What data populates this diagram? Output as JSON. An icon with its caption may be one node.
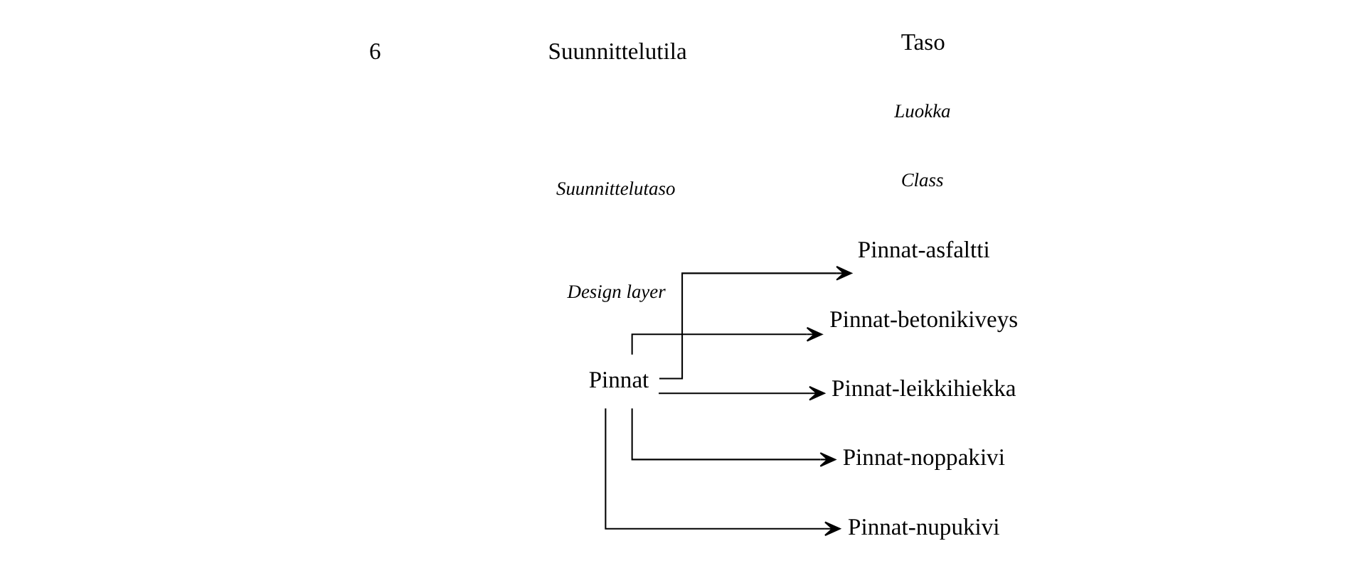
{
  "diagram": {
    "nodes": [
      {
        "text": [
          "Pinnat"
        ]
      },
      {
        "text": [
          "Pinnat-asfaltti"
        ]
      },
      {
        "text": [
          "Pinnat-betonikiveys"
        ]
      },
      {
        "text": [
          "Pinnat-leikkihiekka"
        ]
      },
      {
        "text": [
          "Pinnat-noppakivi"
        ]
      },
      {
        "text": [
          "Pinnat-nupukivi"
        ]
      }
    ],
    "edges": [
      {
        "from": 0,
        "to": 1,
        "arrow": "to"
      },
      {
        "from": 0,
        "to": 2,
        "arrow": "to"
      },
      {
        "from": 0,
        "to": 3,
        "arrow": "to"
      },
      {
        "from": 0,
        "to": 4,
        "arrow": "to"
      },
      {
        "from": 0,
        "to": 5,
        "arrow": "to"
      }
    ],
    "labels": [
      "Suunnittelutila",
      "Suunnittelutaso",
      "Design layer",
      "Taso",
      "Luokka",
      "Class",
      "6"
    ]
  }
}
